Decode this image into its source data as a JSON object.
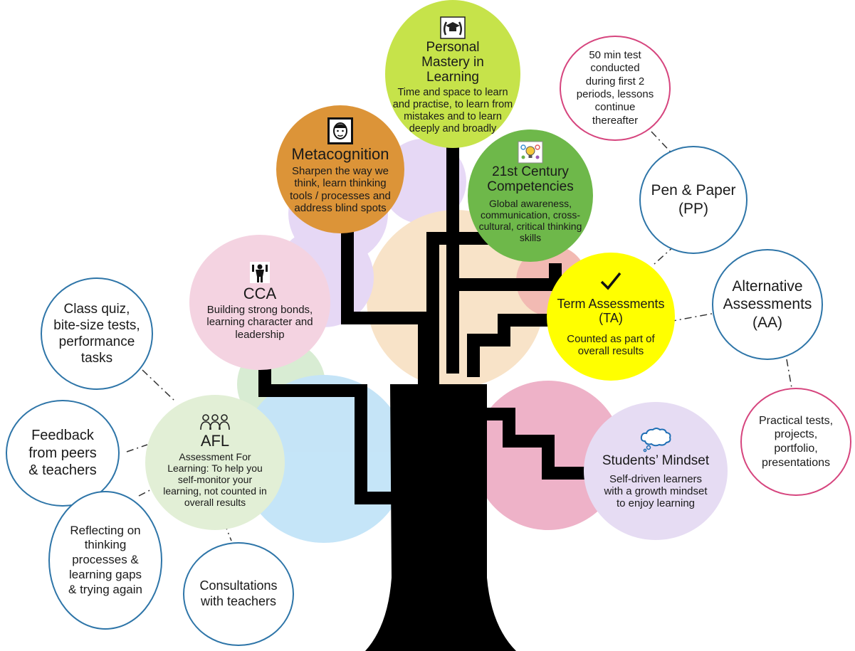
{
  "colors": {
    "trunk": "#000000",
    "blue_outline": "#2e75a8",
    "pink_outline": "#d6457e",
    "personal_mastery": "#c6e34a",
    "metacognition": "#dc9438",
    "competencies": "#6eb84a",
    "cca": "#f4d3e1",
    "term_assessments": "#ffff00",
    "afl": "#e2efd6",
    "students_mindset": "#e6dcf3"
  },
  "nodes": {
    "personal_mastery": {
      "icon": "graduation-cap-laurel-icon",
      "title": "Personal Mastery in Learning",
      "desc": "Time and space to learn and practise, to learn from mistakes and to learn deeply and broadly"
    },
    "metacognition": {
      "icon": "face-portrait-icon",
      "title": "Metacognition",
      "desc": "Sharpen the way we think, learn thinking tools / processes and address blind spots"
    },
    "competencies": {
      "icon": "lightbulb-gears-icon",
      "title": "21st Century Competencies",
      "desc": "Global awareness, communication, cross-cultural, critical thinking skills"
    },
    "cca": {
      "icon": "weightlifter-icon",
      "title": "CCA",
      "desc": "Building strong bonds, learning character and leadership"
    },
    "term_assessments": {
      "icon": "checkmark-icon",
      "title": "Term Assessments (TA)",
      "desc": "Counted as part of overall results"
    },
    "afl": {
      "icon": "group-people-icon",
      "title": "AFL",
      "desc": "Assessment For Learning: To help you self-monitor your learning, not counted in overall results"
    },
    "students_mindset": {
      "icon": "thought-cloud-icon",
      "title": "Students’ Mindset",
      "desc": "Self-driven learners with a growth mindset to enjoy learning"
    }
  },
  "leaves": {
    "pp_test": "50 min test\nconducted\nduring first 2\nperiods, lessons\ncontinue\nthereafter",
    "pen_paper": "Pen & Paper\n(PP)",
    "alt_assessments": "Alternative\nAssessments\n(AA)",
    "practical": "Practical tests,\nprojects,\nportfolio,\npresentations",
    "class_quiz": "Class quiz,\nbite-size tests,\nperformance\ntasks",
    "feedback": "Feedback\nfrom peers\n& teachers",
    "reflecting": "Reflecting on\nthinking\nprocesses &\nlearning gaps\n& trying again",
    "consultations": "Consultations\nwith teachers"
  }
}
